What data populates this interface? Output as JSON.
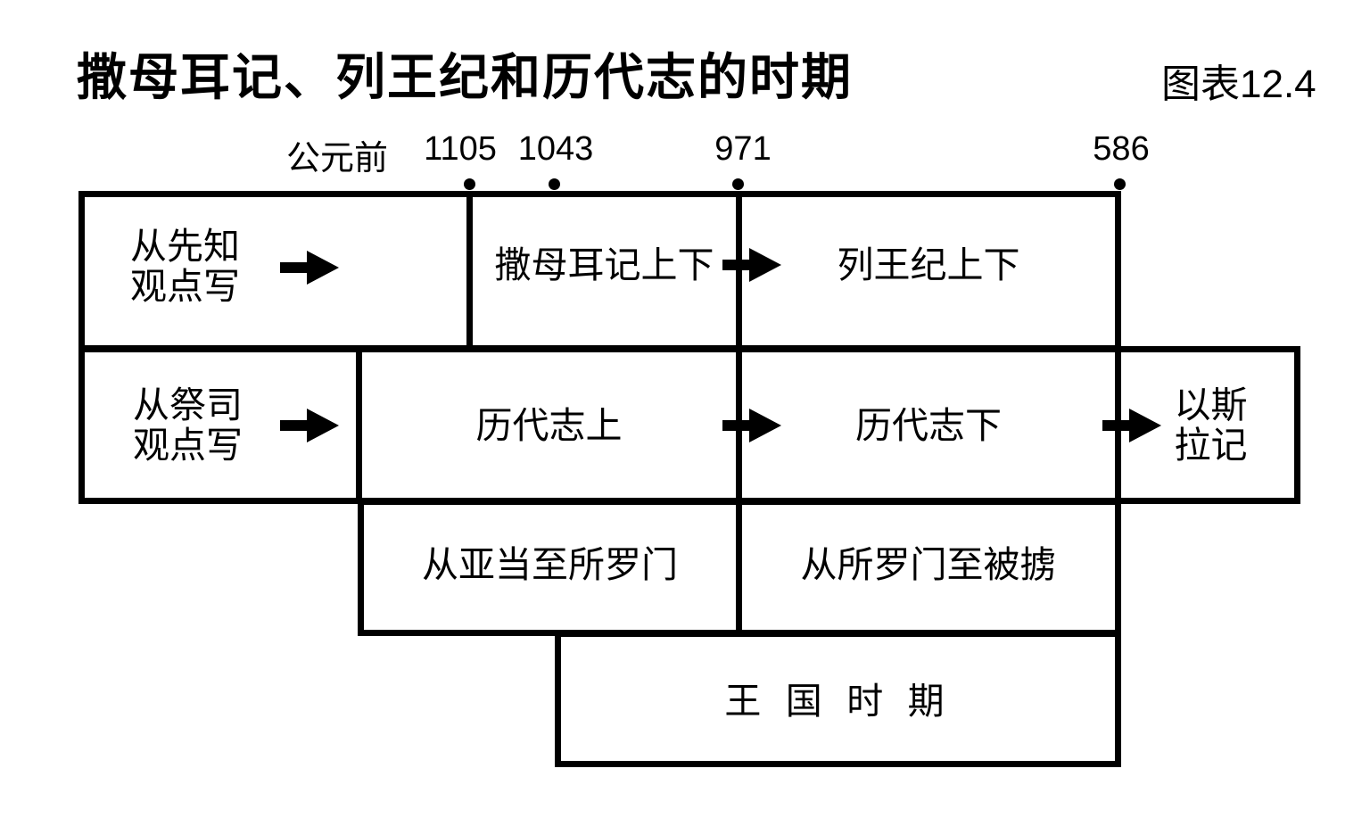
{
  "page": {
    "title": "撒母耳记、列王纪和历代志的时期",
    "figure_label": "图表12.4"
  },
  "timeline": {
    "era": "公元前",
    "years": [
      "1105",
      "1043",
      "971",
      "586"
    ]
  },
  "rows": {
    "prophetic": {
      "perspective": [
        "从先知",
        "观点写"
      ],
      "samuel": "撒母耳记上下",
      "kings": "列王纪上下"
    },
    "priestly": {
      "perspective": [
        "从祭司",
        "观点写"
      ],
      "chronicles_1": "历代志上",
      "chronicles_2": "历代志下",
      "ezra": [
        "以斯",
        "拉记"
      ]
    },
    "coverage": {
      "adam_to_solomon": "从亚当至所罗门",
      "solomon_to_captivity": "从所罗门至被掳"
    },
    "kingdom_period": "王 国 时 期"
  },
  "colors": {
    "ink": "#000000",
    "paper": "#ffffff"
  }
}
